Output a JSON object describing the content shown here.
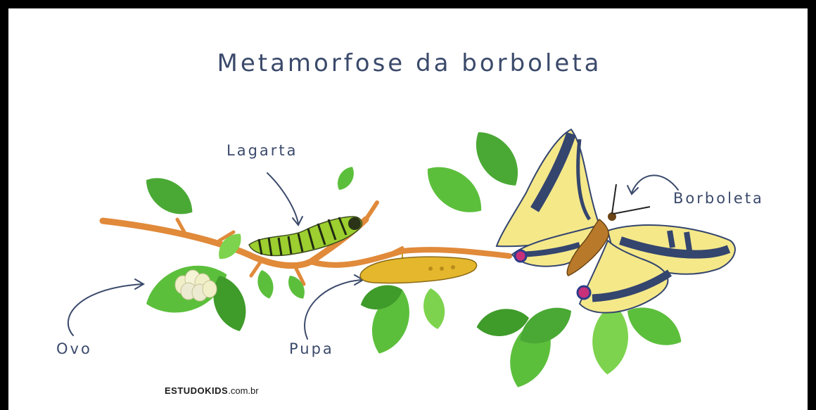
{
  "title": "Metamorfose da borboleta",
  "stages": {
    "egg": "Ovo",
    "caterpillar": "Lagarta",
    "pupa": "Pupa",
    "butterfly": "Borboleta"
  },
  "credit": {
    "brand": "ESTUDOKIDS",
    "domain": ".com.br"
  },
  "colors": {
    "text": "#3b4a6b",
    "branch": "#e08a3a",
    "leaf": "#5cbf3c",
    "leaf_dark": "#3f9b2a",
    "wing_yellow": "#f5e889",
    "wing_stripe": "#34456e",
    "pupa": "#e5b72c",
    "caterpillar": "#9ccf2f"
  }
}
